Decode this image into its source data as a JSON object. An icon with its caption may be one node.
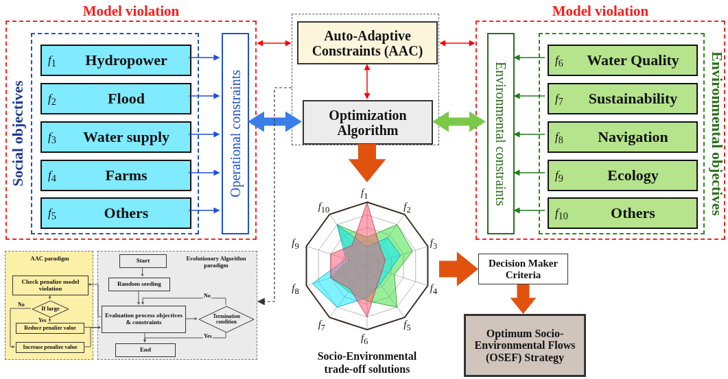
{
  "diagram": {
    "nodes": [
      {
        "text": [
          "Model violation"
        ]
      },
      {
        "text": [
          "Social objectives"
        ],
        "in": 0
      },
      {
        "text": [
          "*f*$_{1}$",
          "Hydropower"
        ],
        "in": 1
      },
      {
        "text": [
          "*f*$_{2}$",
          "Flood"
        ],
        "in": 1
      },
      {
        "text": [
          "*f*$_{3}$",
          "Water supply"
        ],
        "in": 1
      },
      {
        "text": [
          "*f*$_{4}$",
          "Farms"
        ],
        "in": 1
      },
      {
        "text": [
          "*f*$_{5}$",
          "Others"
        ],
        "in": 1
      },
      {
        "text": [
          "Operational constraints"
        ],
        "in": 0
      },
      {
        "text": [],
        "shape": "box"
      },
      {
        "text": [
          "Auto-Adaptive Constraints (AAC)"
        ],
        "in": 8
      },
      {
        "text": [
          "Optimization Algorithm"
        ],
        "in": 8
      },
      {
        "text": [
          "Model violation"
        ]
      },
      {
        "text": [
          "Environmental constraints"
        ],
        "in": 11
      },
      {
        "text": [
          "Environmental objectives"
        ],
        "in": 11
      },
      {
        "text": [
          "*f*$_{6}$",
          "Water Quality"
        ],
        "in": 13
      },
      {
        "text": [
          "*f*$_{7}$",
          "Sustainability"
        ],
        "in": 13
      },
      {
        "text": [
          "*f*$_{8}$",
          "Navigation"
        ],
        "in": 13
      },
      {
        "text": [
          "*f*$_{9}$",
          "Ecology"
        ],
        "in": 13
      },
      {
        "text": [
          "*f*$_{10}$",
          "Others"
        ],
        "in": 13
      },
      {
        "text": [
          "Socio-Environmental trade-off solutions"
        ],
        "beside": [
          "*f*$_{1}$",
          "*f*$_{2}$",
          "*f*$_{3}$",
          "*f*$_{4}$",
          "*f*$_{5}$",
          "*f*$_{6}$",
          "*f*$_{7}$",
          "*f*$_{8}$",
          "*f*$_{9}$",
          "*f*$_{10}$"
        ]
      },
      {
        "text": [
          "Decision Maker Criteria"
        ]
      },
      {
        "text": [
          "Optimum Socio-Environmental Flows (OSEF) Strategy"
        ]
      },
      {
        "text": [
          "AAC paradigm"
        ]
      },
      {
        "text": [
          "Check penalize model violation"
        ],
        "in": 22
      },
      {
        "text": [
          "If large"
        ],
        "in": 22
      },
      {
        "text": [
          "Reduce penalize value"
        ],
        "in": 22
      },
      {
        "text": [
          "Increase penalize value"
        ],
        "in": 22
      },
      {
        "text": [
          "Evolutionary Algorithm paradigm"
        ]
      },
      {
        "text": [
          "Start"
        ],
        "in": 27
      },
      {
        "text": [
          "Random seeding"
        ],
        "in": 27
      },
      {
        "text": [
          "Evaluation process objectives & constraints"
        ],
        "in": 27
      },
      {
        "text": [
          "Termination condition"
        ],
        "in": 27
      },
      {
        "text": [
          "End"
        ],
        "in": 27
      }
    ],
    "edges": [
      {
        "from": 2,
        "to": 7,
        "arrow": "to",
        "color": "#1f4fd8"
      },
      {
        "from": 3,
        "to": 7,
        "arrow": "to",
        "color": "#1f4fd8"
      },
      {
        "from": 4,
        "to": 7,
        "arrow": "to",
        "color": "#1f4fd8"
      },
      {
        "from": 5,
        "to": 7,
        "arrow": "to",
        "color": "#1f4fd8"
      },
      {
        "from": 6,
        "to": 7,
        "arrow": "to",
        "color": "#1f4fd8"
      },
      {
        "from": 14,
        "to": 12,
        "arrow": "to",
        "color": "#1e7a1e"
      },
      {
        "from": 15,
        "to": 12,
        "arrow": "to",
        "color": "#1e7a1e"
      },
      {
        "from": 16,
        "to": 12,
        "arrow": "to",
        "color": "#1e7a1e"
      },
      {
        "from": 17,
        "to": 12,
        "arrow": "to",
        "color": "#1e7a1e"
      },
      {
        "from": 18,
        "to": 12,
        "arrow": "to",
        "color": "#1e7a1e"
      },
      {
        "from": 0,
        "to": 8,
        "arrow": "both",
        "color": "#ff0000"
      },
      {
        "from": 8,
        "to": 11,
        "arrow": "both",
        "color": "#ff0000"
      },
      {
        "from": 9,
        "to": 10,
        "arrow": "both",
        "color": "#ff0000"
      },
      {
        "from": 7,
        "to": 10,
        "arrow": "both",
        "style": "thick",
        "color": "#3a7ee8"
      },
      {
        "from": 10,
        "to": 12,
        "arrow": "both",
        "style": "thick",
        "color": "#7cc94a"
      },
      {
        "from": 10,
        "to": 19,
        "arrow": "to",
        "style": "thick",
        "color": "#e2520f"
      },
      {
        "from": 19,
        "to": 20,
        "arrow": "to",
        "style": "thick",
        "color": "#e2520f"
      },
      {
        "from": 20,
        "to": 21,
        "arrow": "to",
        "style": "thick",
        "color": "#e2520f"
      },
      {
        "from": 8,
        "to": 27,
        "arrow": "to",
        "style": "dashed",
        "color": "#333333"
      },
      {
        "from": 28,
        "to": 29,
        "arrow": "to"
      },
      {
        "from": 29,
        "to": 30,
        "arrow": "to"
      },
      {
        "from": 30,
        "to": 31,
        "arrow": "to"
      },
      {
        "from": 31,
        "to": 30,
        "arrow": "to",
        "label": "No"
      },
      {
        "from": 31,
        "to": 32,
        "arrow": "to",
        "label": "Yes"
      },
      {
        "from": 30,
        "to": 32,
        "arrow": "to"
      },
      {
        "from": 30,
        "to": 23,
        "arrow": "to"
      },
      {
        "from": 23,
        "to": 24,
        "arrow": "to"
      },
      {
        "from": 24,
        "to": 25,
        "arrow": "to",
        "label": "Yes"
      },
      {
        "from": 24,
        "to": 26,
        "arrow": "to",
        "label": "No"
      },
      {
        "from": 25,
        "to": 30,
        "arrow": "to"
      },
      {
        "from": 26,
        "to": 30,
        "arrow": "to"
      }
    ]
  }
}
